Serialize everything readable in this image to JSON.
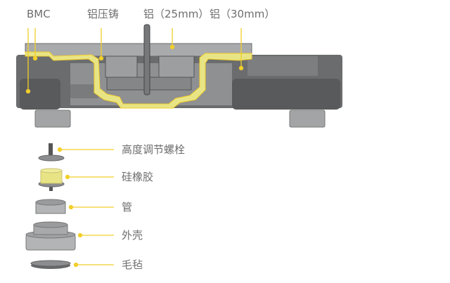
{
  "top_labels": [
    "BMC",
    "铝压铸",
    "铝（25mm）",
    "铝（30mm）"
  ],
  "foot_parts": [
    "高度调节螺栓",
    "硅橡胶",
    "管",
    "外壳",
    "毛毡"
  ],
  "colors": {
    "accent": "#f2cf2a",
    "yellow_fill": "#e9e58a",
    "dark": "#5f6062",
    "mid": "#8c8d8f",
    "light": "#b9babc",
    "text": "#6e6e6e"
  }
}
